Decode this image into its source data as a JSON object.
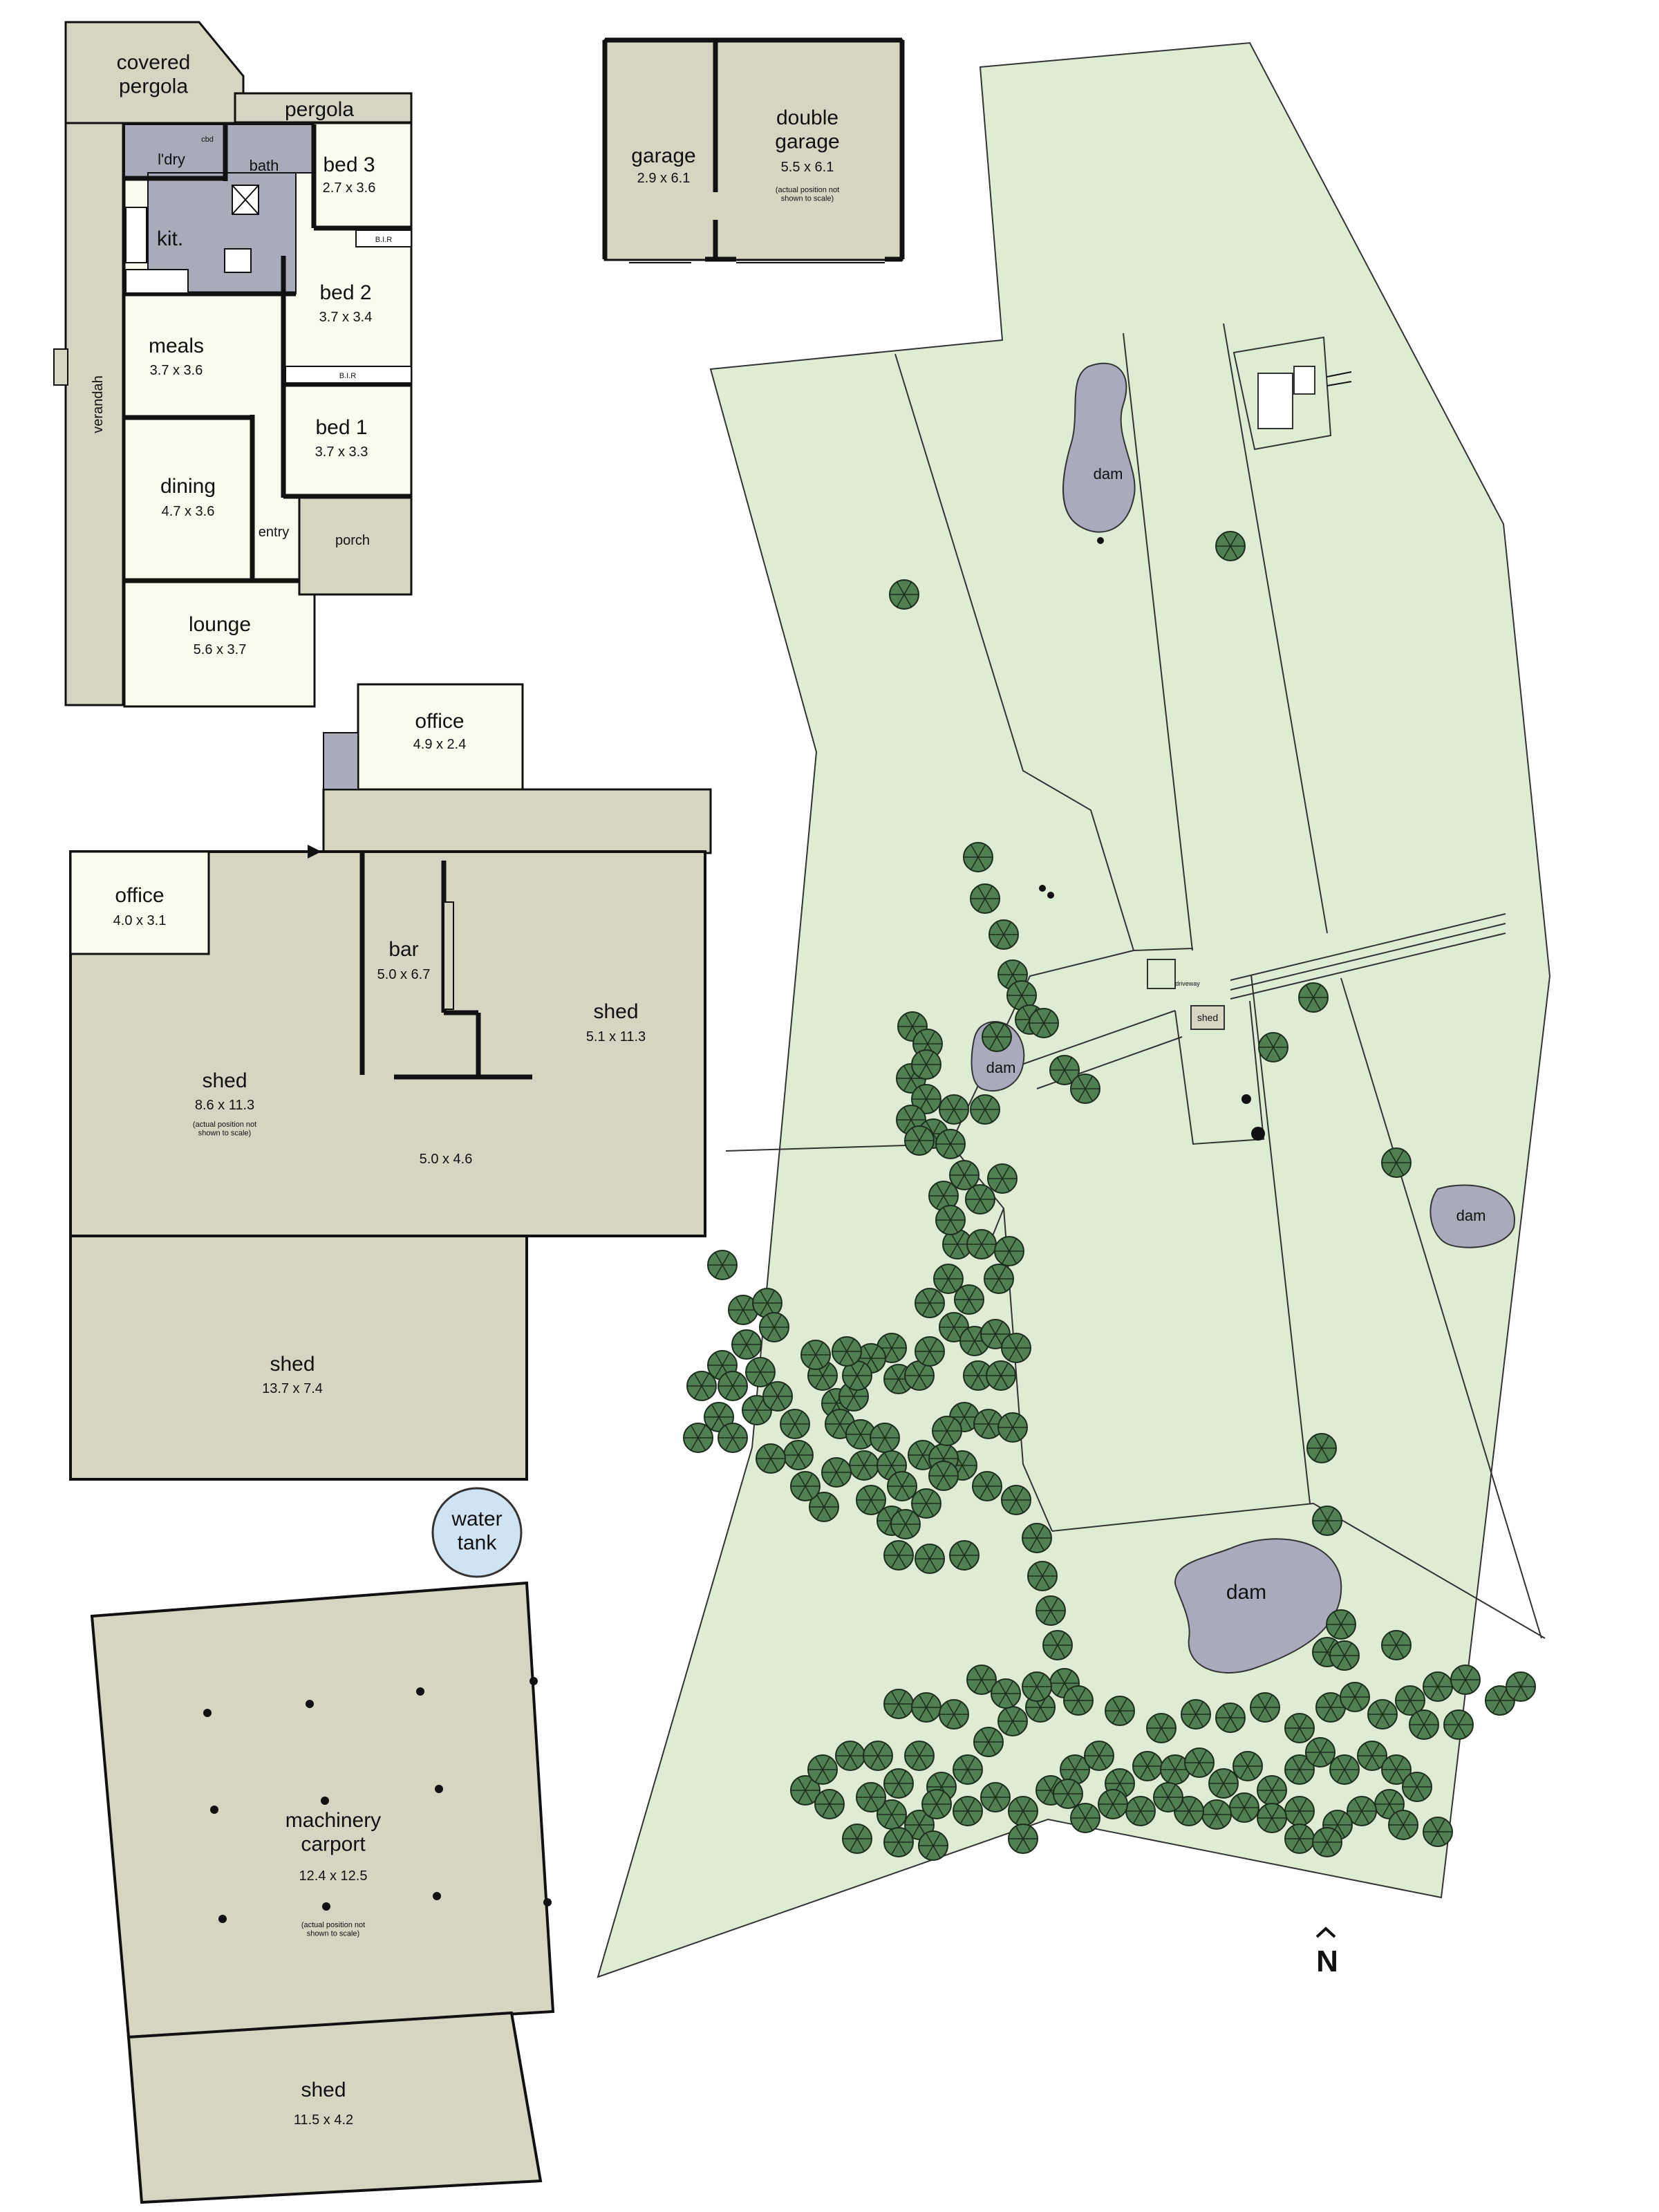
{
  "house": {
    "covered_pergola": "covered\npergola",
    "pergola": "pergola",
    "verandah": "verandah",
    "laundry": "l'dry",
    "cbd": "cbd",
    "bath": "bath",
    "kitchen": "kit.",
    "bed3": {
      "name": "bed 3",
      "size": "2.7 x 3.6"
    },
    "bir_top": "B.I.R",
    "bed2": {
      "name": "bed 2",
      "size": "3.7 x 3.4"
    },
    "bir_mid": "B.I.R",
    "meals": {
      "name": "meals",
      "size": "3.7 x 3.6"
    },
    "bed1": {
      "name": "bed 1",
      "size": "3.7 x 3.3"
    },
    "dining": {
      "name": "dining",
      "size": "4.7 x 3.6"
    },
    "entry": "entry",
    "porch": "porch",
    "lounge": {
      "name": "lounge",
      "size": "5.6 x 3.7"
    }
  },
  "garage_block": {
    "garage": {
      "name": "garage",
      "size": "2.9 x 6.1"
    },
    "double_garage": {
      "name": "double\ngarage",
      "size": "5.5 x 6.1",
      "note": "(actual position not\nshown to scale)"
    }
  },
  "office_small": {
    "name": "office",
    "size": "4.9 x 2.4"
  },
  "shed_complex": {
    "office": {
      "name": "office",
      "size": "4.0 x 3.1"
    },
    "bar": {
      "name": "bar",
      "size": "5.0 x 6.7"
    },
    "shed_right": {
      "name": "shed",
      "size": "5.1 x 11.3"
    },
    "shed_main": {
      "name": "shed",
      "size": "8.6 x 11.3",
      "note": "(actual position not\nshown to scale)"
    },
    "area": {
      "size": "5.0 x 4.6"
    },
    "shed_lower": {
      "name": "shed",
      "size": "13.7 x 7.4"
    }
  },
  "water_tank": "water\ntank",
  "carport": {
    "name": "machinery\ncarport",
    "size": "12.4 x 12.5",
    "note": "(actual position not\nshown to scale)"
  },
  "shed_bottom": {
    "name": "shed",
    "size": "11.5 x 4.2"
  },
  "site": {
    "dam": "dam",
    "driveway": "driveway",
    "shed": "shed",
    "north": "N"
  }
}
